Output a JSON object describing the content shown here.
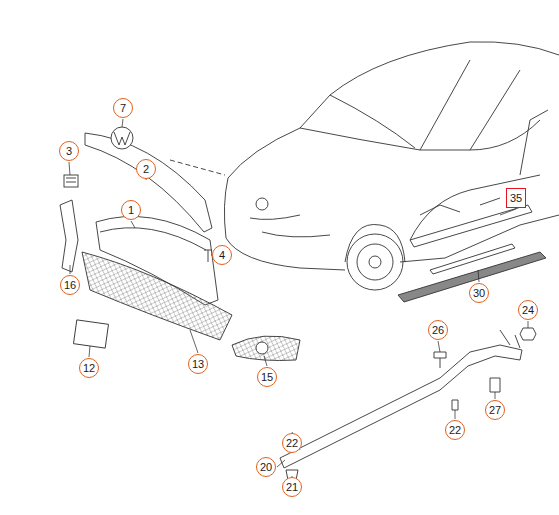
{
  "diagram": {
    "nodes": [
      {
        "text": [
          "7"
        ]
      },
      {
        "text": [
          "3"
        ]
      },
      {
        "text": [
          "2"
        ]
      },
      {
        "text": [
          "1"
        ]
      },
      {
        "text": [
          "4"
        ]
      },
      {
        "text": [
          "16"
        ]
      },
      {
        "text": [
          "35"
        ]
      },
      {
        "text": [
          "30"
        ]
      },
      {
        "text": [
          "24"
        ]
      },
      {
        "text": [
          "26"
        ]
      },
      {
        "text": [
          "13"
        ]
      },
      {
        "text": [
          "12"
        ]
      },
      {
        "text": [
          "15"
        ]
      },
      {
        "text": [
          "27"
        ]
      },
      {
        "text": [
          "22"
        ]
      },
      {
        "text": [
          "22"
        ]
      },
      {
        "text": [
          "20"
        ]
      },
      {
        "text": [
          "21"
        ]
      }
    ],
    "edges": []
  }
}
